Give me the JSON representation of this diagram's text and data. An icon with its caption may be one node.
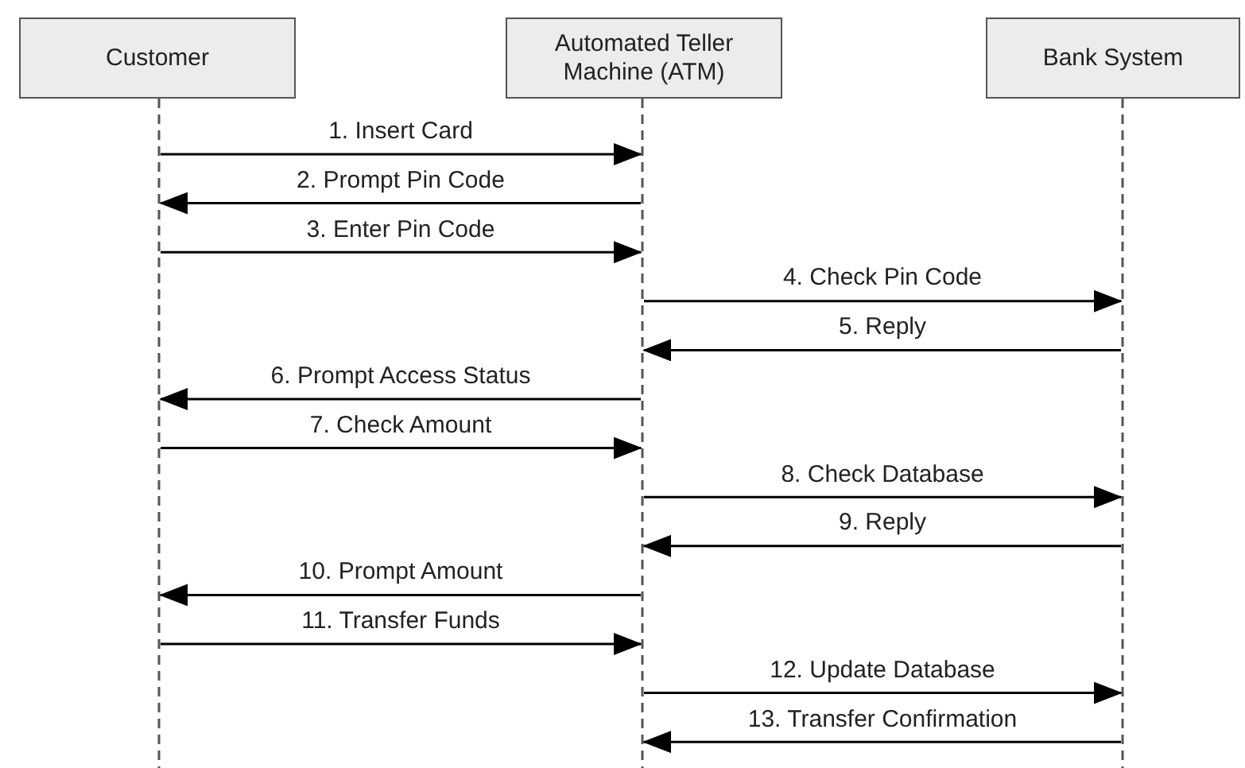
{
  "diagram": {
    "nodes": [
      {
        "text": [
          "Customer"
        ]
      },
      {
        "text": [
          "Automated Teller Machine (ATM)"
        ]
      },
      {
        "text": [
          "Bank System"
        ]
      }
    ],
    "edges": [
      {
        "from": 0,
        "to": 1,
        "arrow": "to",
        "label": "1. Insert Card"
      },
      {
        "from": 1,
        "to": 0,
        "arrow": "to",
        "label": "2. Prompt Pin Code"
      },
      {
        "from": 0,
        "to": 1,
        "arrow": "to",
        "label": "3. Enter Pin Code"
      },
      {
        "from": 1,
        "to": 2,
        "arrow": "to",
        "label": "4. Check Pin Code"
      },
      {
        "from": 2,
        "to": 1,
        "arrow": "to",
        "label": "5. Reply"
      },
      {
        "from": 1,
        "to": 0,
        "arrow": "to",
        "label": "6. Prompt Access Status"
      },
      {
        "from": 0,
        "to": 1,
        "arrow": "to",
        "label": "7. Check Amount"
      },
      {
        "from": 1,
        "to": 2,
        "arrow": "to",
        "label": "8. Check Database"
      },
      {
        "from": 2,
        "to": 1,
        "arrow": "to",
        "label": "9. Reply"
      },
      {
        "from": 1,
        "to": 0,
        "arrow": "to",
        "label": "10. Prompt Amount"
      },
      {
        "from": 0,
        "to": 1,
        "arrow": "to",
        "label": "11. Transfer Funds"
      },
      {
        "from": 1,
        "to": 2,
        "arrow": "to",
        "label": "12. Update Database"
      },
      {
        "from": 2,
        "to": 1,
        "arrow": "to",
        "label": "13. Transfer Confirmation"
      }
    ]
  }
}
